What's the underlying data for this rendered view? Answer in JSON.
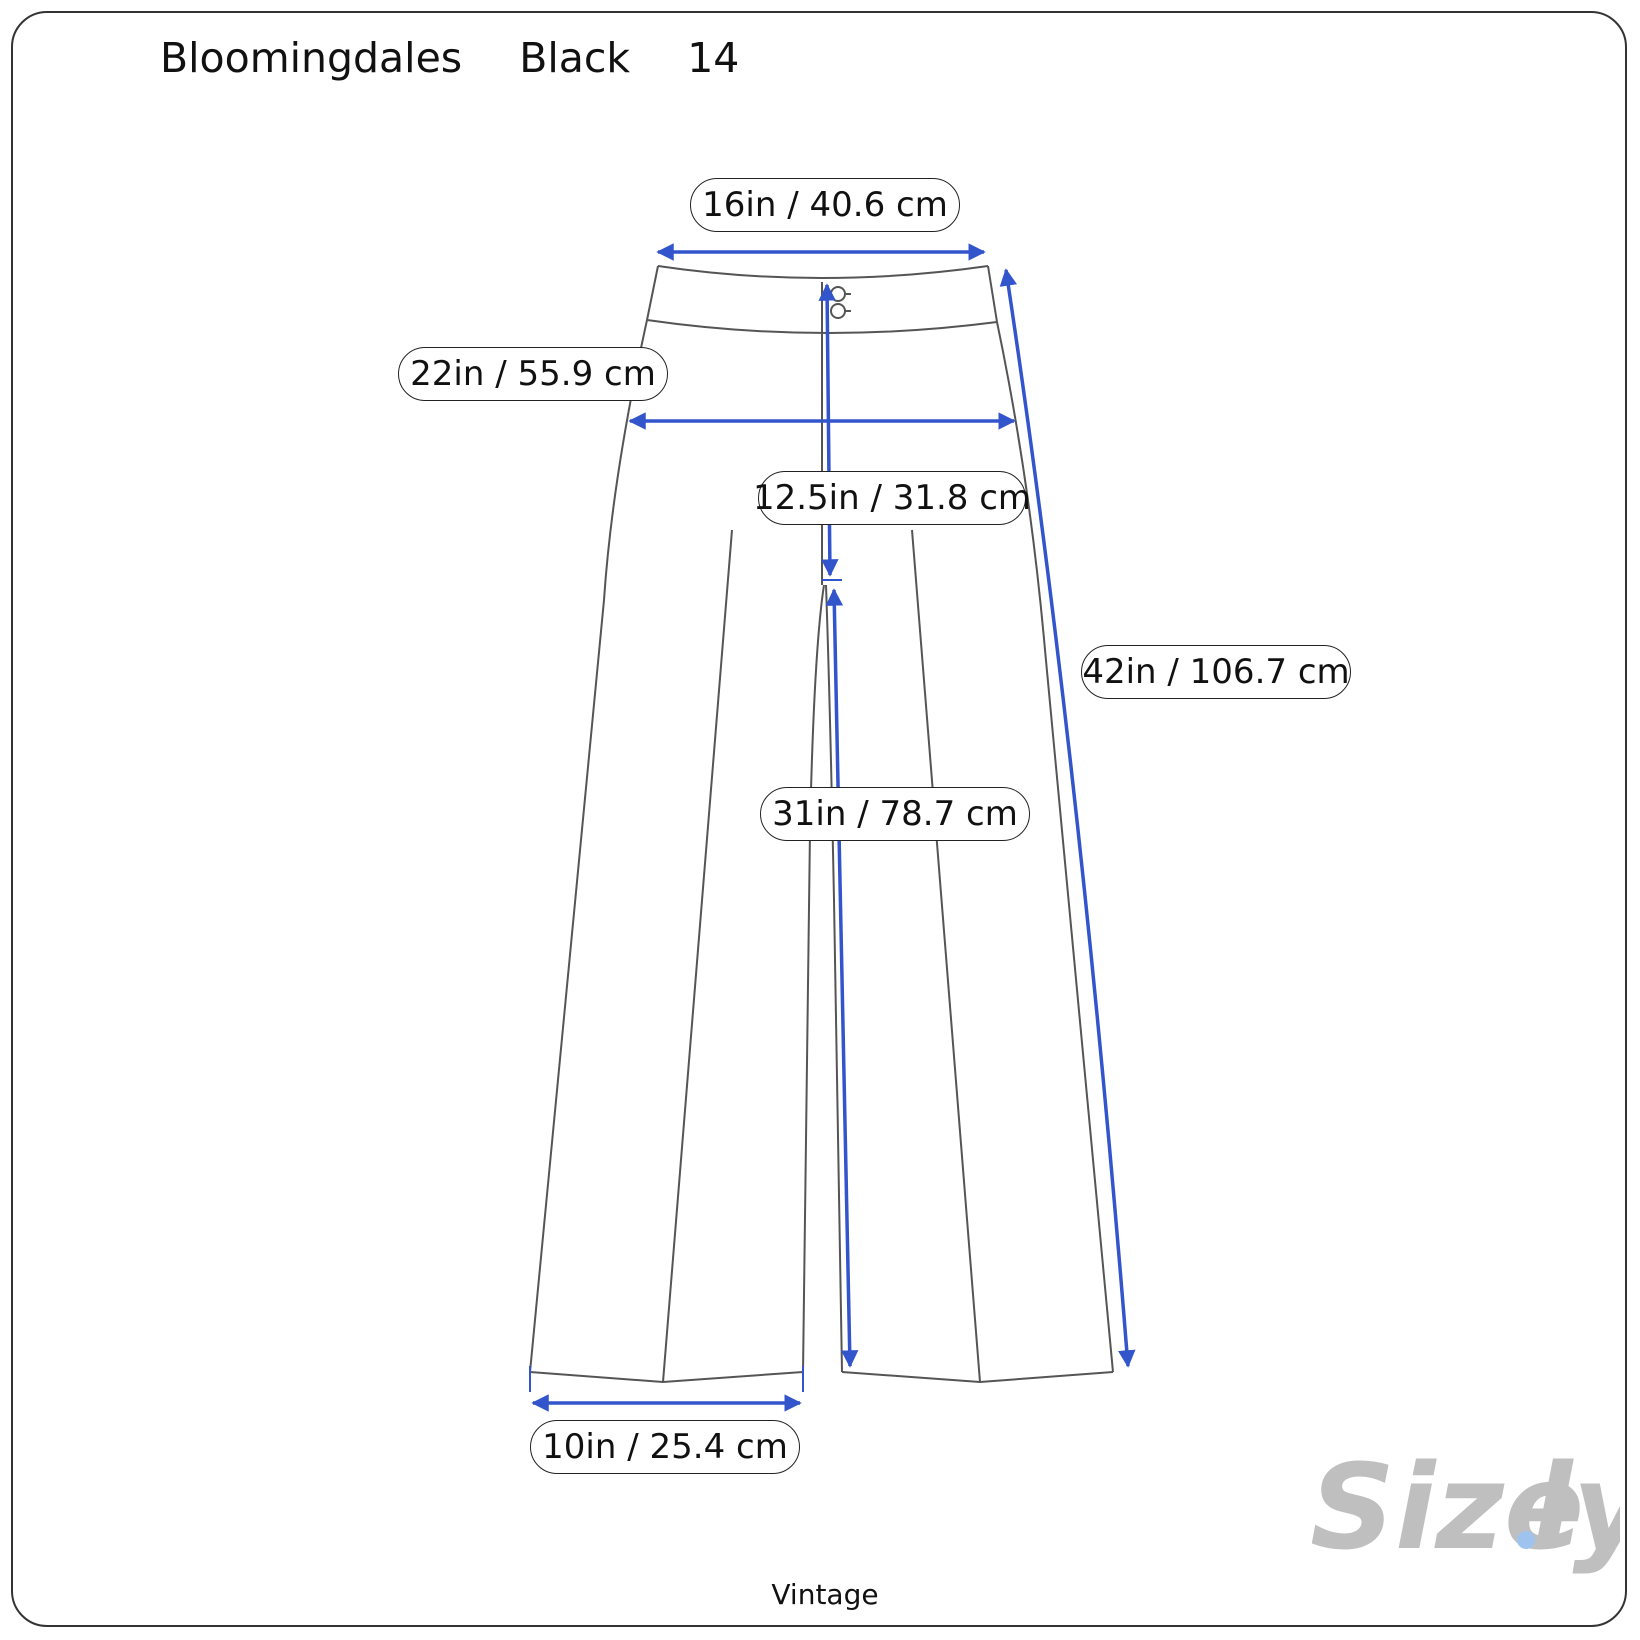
{
  "header": {
    "brand": "Bloomingdales",
    "color": "Black",
    "size": "14"
  },
  "measurements": {
    "waist": "16in / 40.6 cm",
    "hip": "22in / 55.9 cm",
    "rise": "12.5in / 31.8 cm",
    "outseam": "42in / 106.7 cm",
    "inseam": "31in / 78.7 cm",
    "leg_opening": "10in / 25.4 cm"
  },
  "footer": {
    "label": "Vintage"
  },
  "logo": {
    "text": "Size.ly"
  },
  "colors": {
    "arrow": "#3355cc",
    "outline": "#555555",
    "logo": "#bfbfbf",
    "logo_dot": "#9fc3ef"
  }
}
